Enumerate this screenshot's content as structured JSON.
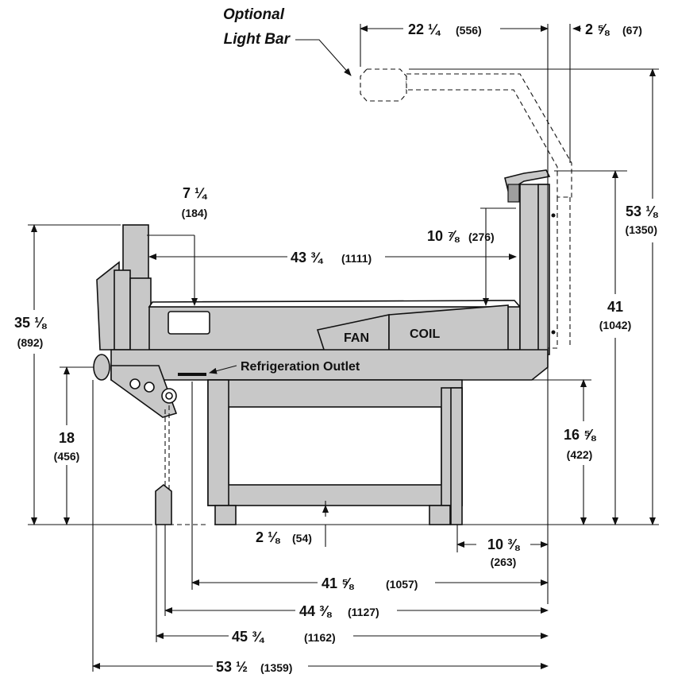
{
  "labels": {
    "light_bar": [
      "Optional",
      "Light Bar"
    ],
    "refrigeration_outlet": "Refrigeration Outlet",
    "fan": "FAN",
    "coil": "COIL"
  },
  "dimensions": {
    "d_22_1_4": [
      "22 ¼",
      "(556)"
    ],
    "d_2_5_8": [
      "2 ⅝",
      "(67)"
    ],
    "d_53_1_8": [
      "53 ⅛",
      "(1350)"
    ],
    "d_7_1_4": [
      "7 ¼",
      "(184)"
    ],
    "d_10_7_8": [
      "10 ⅞",
      "(276)"
    ],
    "d_43_3_4": [
      "43 ¾",
      "(1111)"
    ],
    "d_35_1_8": [
      "35 ⅛",
      "(892)"
    ],
    "d_41": [
      "41",
      "(1042)"
    ],
    "d_18": [
      "18",
      "(456)"
    ],
    "d_16_5_8": [
      "16 ⅝",
      "(422)"
    ],
    "d_2_1_8": [
      "2 ⅛",
      "(54)"
    ],
    "d_10_3_8": [
      "10 ⅜",
      "(263)"
    ],
    "d_41_5_8": [
      "41 ⅝",
      "(1057)"
    ],
    "d_44_3_8": [
      "44 ⅜",
      "(1127)"
    ],
    "d_45_3_4": [
      "45 ¾",
      "(1162)"
    ],
    "d_53_1_2": [
      "53 ½",
      "(1359)"
    ]
  }
}
